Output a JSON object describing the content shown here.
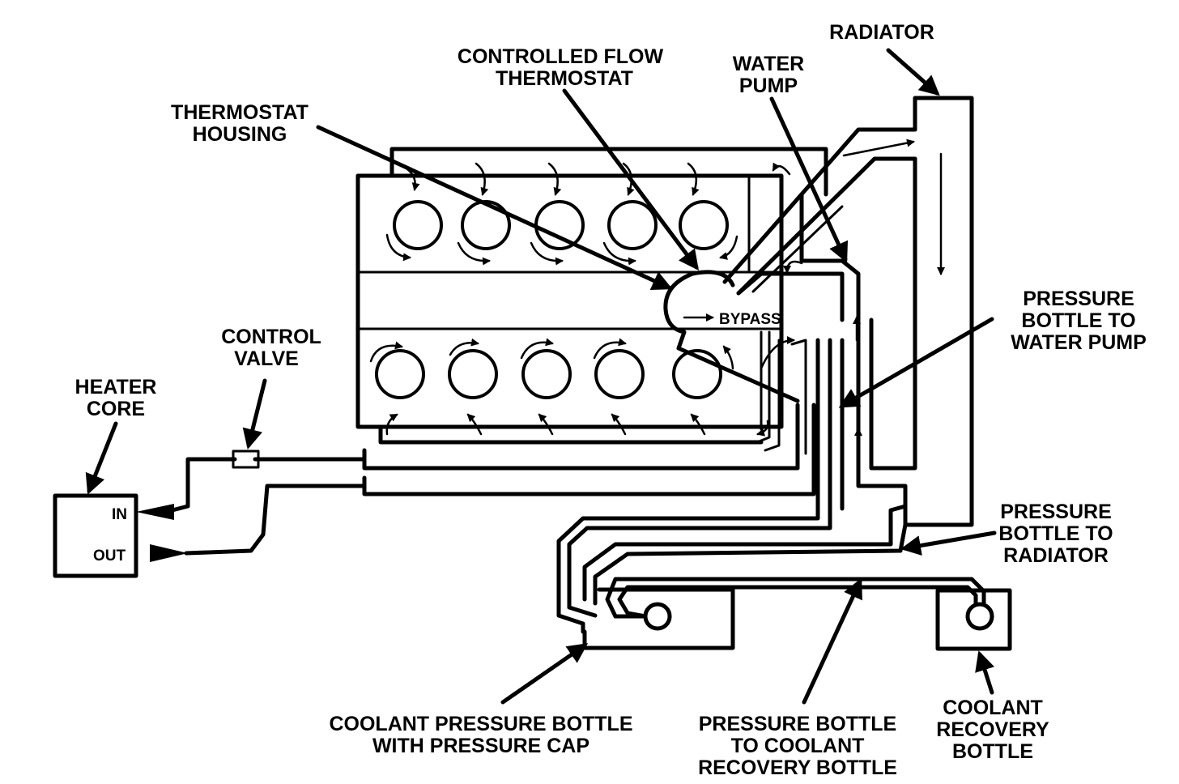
{
  "labels": {
    "radiator": "RADIATOR",
    "controlled_flow_1": "CONTROLLED FLOW",
    "controlled_flow_2": "THERMOSTAT",
    "water_pump_1": "WATER",
    "water_pump_2": "PUMP",
    "thermostat_housing_1": "THERMOSTAT",
    "thermostat_housing_2": "HOUSING",
    "bypass": "BYPASS",
    "pb_water_pump_1": "PRESSURE",
    "pb_water_pump_2": "BOTTLE TO",
    "pb_water_pump_3": "WATER PUMP",
    "control_valve_1": "CONTROL",
    "control_valve_2": "VALVE",
    "heater_core_1": "HEATER",
    "heater_core_2": "CORE",
    "in": "IN",
    "out": "OUT",
    "pb_radiator_1": "PRESSURE",
    "pb_radiator_2": "BOTTLE TO",
    "pb_radiator_3": "RADIATOR",
    "cpb_1": "COOLANT PRESSURE BOTTLE",
    "cpb_2": "WITH PRESSURE CAP",
    "pb_recovery_1": "PRESSURE BOTTLE",
    "pb_recovery_2": "TO COOLANT",
    "pb_recovery_3": "RECOVERY BOTTLE",
    "crb_1": "COOLANT",
    "crb_2": "RECOVERY",
    "crb_3": "BOTTLE"
  }
}
